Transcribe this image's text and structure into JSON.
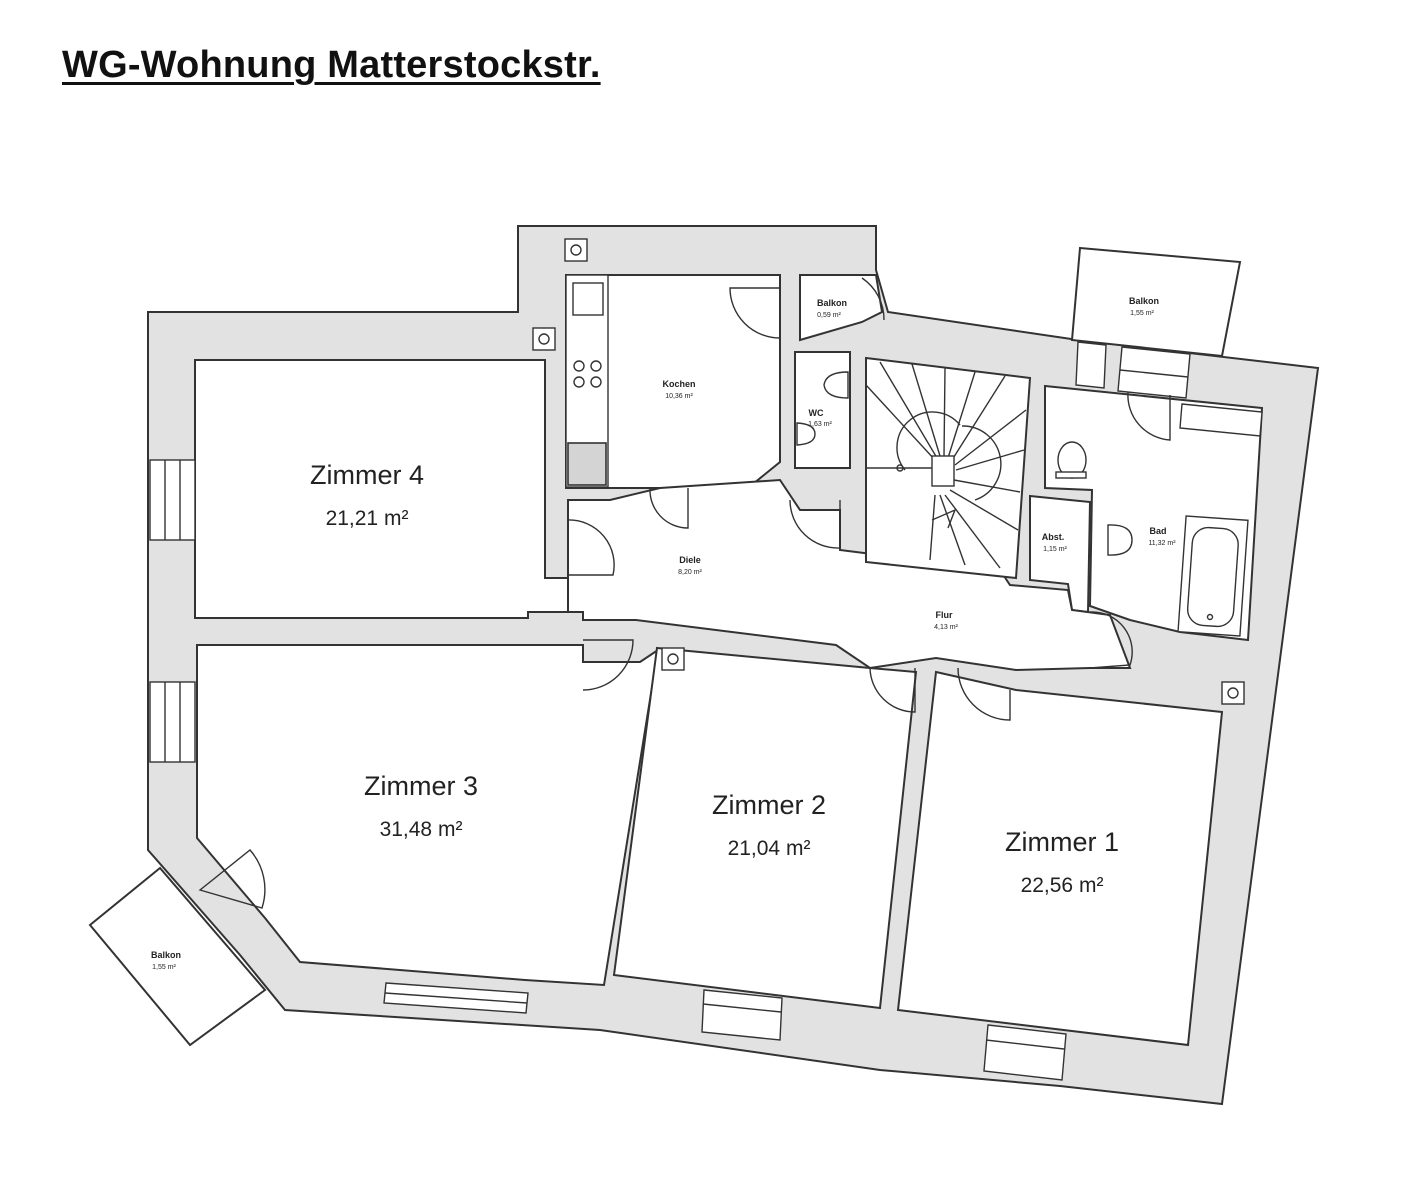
{
  "title": "WG-Wohnung Matterstockstr.",
  "rooms": {
    "zimmer4": {
      "name": "Zimmer 4",
      "area": "21,21 m²"
    },
    "zimmer3": {
      "name": "Zimmer 3",
      "area": "31,48 m²"
    },
    "zimmer2": {
      "name": "Zimmer 2",
      "area": "21,04 m²"
    },
    "zimmer1": {
      "name": "Zimmer 1",
      "area": "22,56 m²"
    },
    "kochen": {
      "name": "Kochen",
      "area": "10,36 m²"
    },
    "balkon_kueche": {
      "name": "Balkon",
      "area": "0,59 m²"
    },
    "wc": {
      "name": "WC",
      "area": "1,63 m²"
    },
    "diele": {
      "name": "Diele",
      "area": "8,20 m²"
    },
    "flur": {
      "name": "Flur",
      "area": "4,13 m²"
    },
    "abst": {
      "name": "Abst.",
      "area": "1,15 m²"
    },
    "bad": {
      "name": "Bad",
      "area": "11,32 m²"
    },
    "balkon_bad": {
      "name": "Balkon",
      "area": "1,55 m²"
    },
    "balkon_zimmer3": {
      "name": "Balkon",
      "area": "1,55 m²"
    }
  }
}
